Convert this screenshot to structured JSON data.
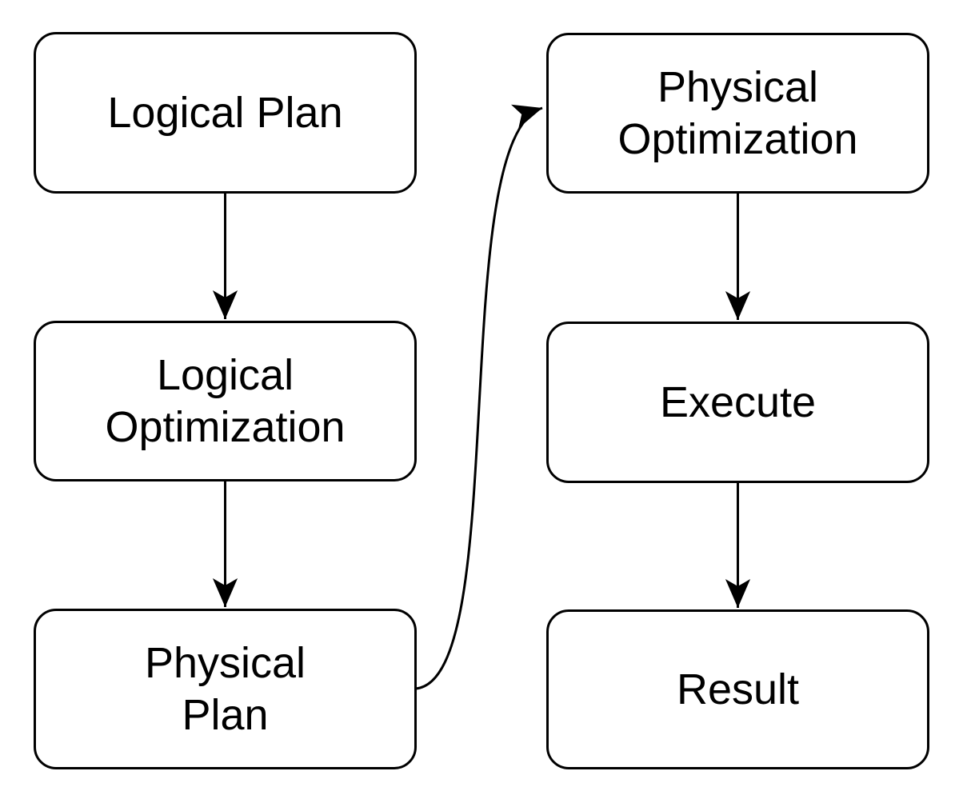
{
  "diagram": {
    "background_color": "#ffffff",
    "stroke_color": "#000000",
    "text_color": "#000000",
    "nodes": [
      {
        "id": "logical-plan",
        "label": "Logical Plan"
      },
      {
        "id": "logical-optimization",
        "label": "Logical\nOptimization"
      },
      {
        "id": "physical-plan",
        "label": "Physical\nPlan"
      },
      {
        "id": "physical-optimization",
        "label": "Physical\nOptimization"
      },
      {
        "id": "execute",
        "label": "Execute"
      },
      {
        "id": "result",
        "label": "Result"
      }
    ],
    "edges": [
      {
        "from": "logical-plan",
        "to": "logical-optimization",
        "style": "straight-down"
      },
      {
        "from": "logical-optimization",
        "to": "physical-plan",
        "style": "straight-down"
      },
      {
        "from": "physical-plan",
        "to": "physical-optimization",
        "style": "curved-s"
      },
      {
        "from": "physical-optimization",
        "to": "execute",
        "style": "straight-down"
      },
      {
        "from": "execute",
        "to": "result",
        "style": "straight-down"
      }
    ]
  }
}
